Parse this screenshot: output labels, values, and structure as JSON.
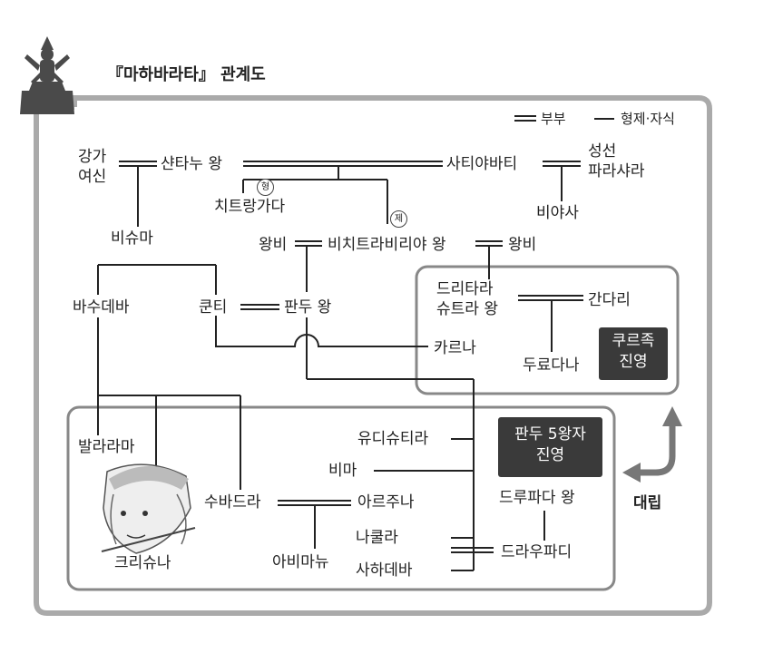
{
  "title": "『마하바라타』 관계도",
  "legend": {
    "spouse": "부부",
    "sibling_child": "형제·자식"
  },
  "people": {
    "ganga": "강가\n여신",
    "shantanu": "샨타누 왕",
    "satyavati": "사티야바티",
    "parashara": "성선\n파라샤라",
    "bhishma": "비슈마",
    "chitrangada": "치트랑가다",
    "vyasa": "비야사",
    "queen_left": "왕비",
    "vichitravirya": "비치트라비리야 왕",
    "queen_right": "왕비",
    "vasudeva": "바수데바",
    "kunti": "쿤티",
    "pandu": "판두 왕",
    "dhritarashtra": "드리타라\n슈트라 왕",
    "gandhari": "간다리",
    "karna": "카르나",
    "duryodhana": "두료다나",
    "yudhishthira": "유디슈티라",
    "balarama": "발라라마",
    "bhima": "비마",
    "subhadra": "수바드라",
    "arjuna": "아르주나",
    "abhimanyu": "아비마뉴",
    "nakula": "나쿨라",
    "sahadeva": "사하데바",
    "krishna": "크리슈나",
    "drupada": "드루파다 왕",
    "draupadi": "드라우파디"
  },
  "markers": {
    "elder": "형",
    "younger": "제"
  },
  "camps": {
    "kaurava": "쿠르족\n진영",
    "pandava": "판두 5왕자\n진영"
  },
  "conflict": "대립",
  "icons": [
    "deity-statue-icon",
    "krishna-portrait",
    "conflict-arrow-icon"
  ]
}
